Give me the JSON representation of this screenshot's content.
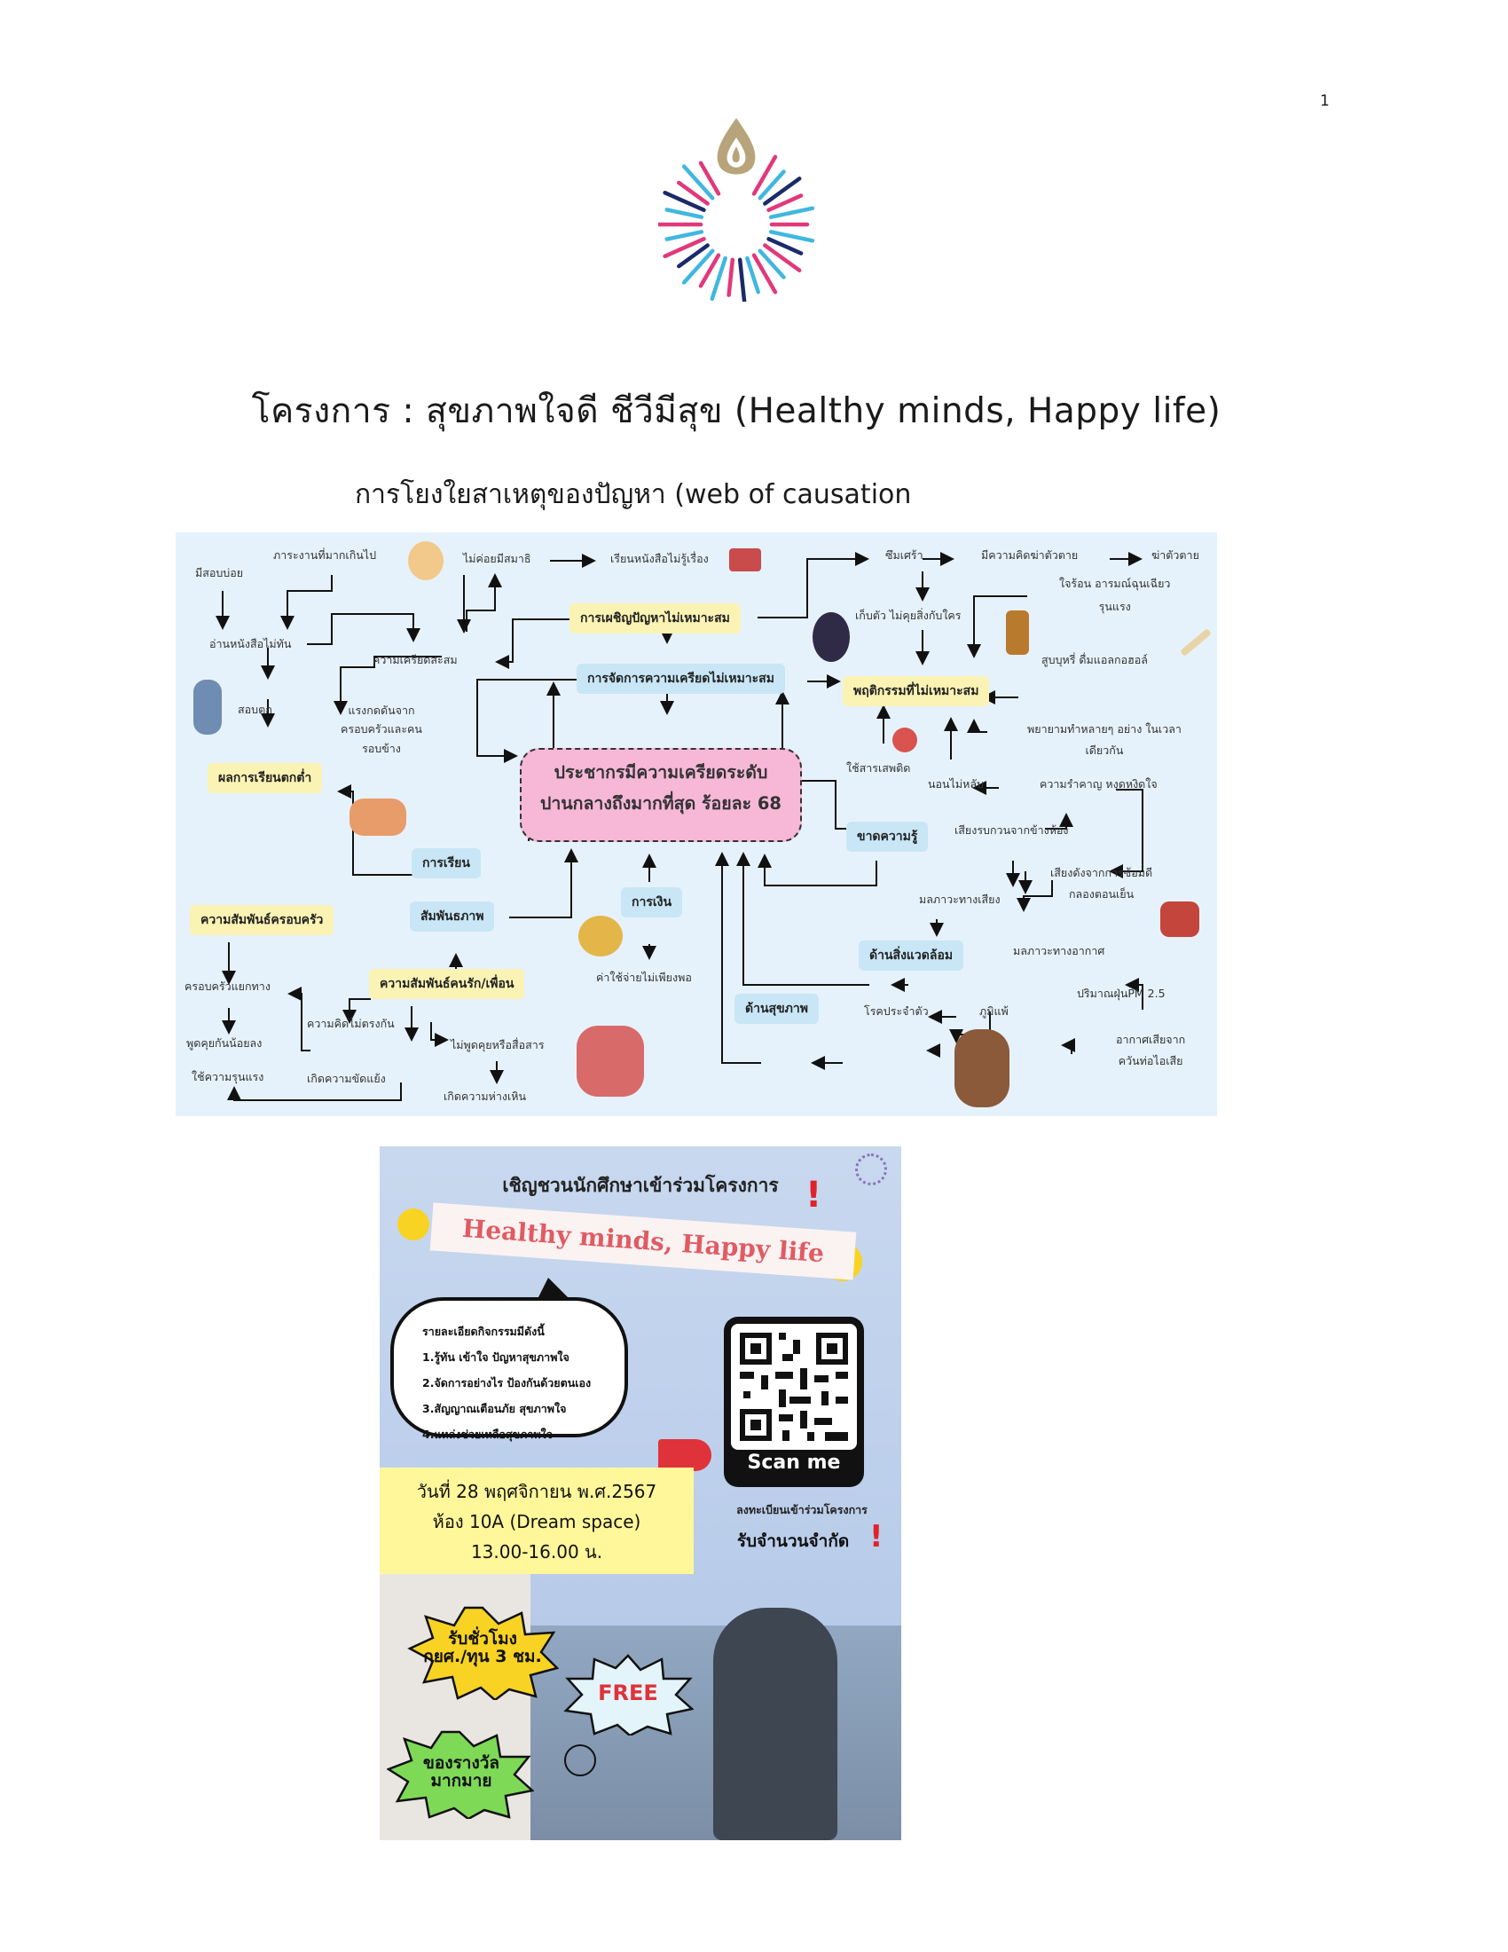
{
  "page_number": "1",
  "title": "โครงการ : สุขภาพใจดี ชีวีมีสุข (Healthy minds, Happy life)",
  "subtitle": "การโยงใยสาเหตุของปัญหา (web of causation",
  "web": {
    "core_line1": "ประชากรมีความเครียดระดับ",
    "core_line2": "ปานกลางถึงมากที่สุด ร้อยละ 68",
    "boxes": {
      "problem_coping": "การเผชิญปัญหาไม่เหมาะสม",
      "stress_mgmt": "การจัดการความเครียดไม่เหมาะสม",
      "behavior": "พฤติกรรมที่ไม่เหมาะสม",
      "grades": "ผลการเรียนตกต่ำ",
      "study": "การเรียน",
      "relations": "สัมพันธภาพ",
      "money": "การเงิน",
      "knowledge": "ขาดความรู้",
      "environment": "ด้านสิ่งแวดล้อม",
      "health": "ด้านสุขภาพ",
      "family": "ความสัมพันธ์ครอบครัว",
      "lover": "ความสัมพันธ์คนรัก/เพื่อน"
    },
    "notes": {
      "exam": "มีสอบบ่อย",
      "workload": "ภาระงานที่มากเกินไป",
      "no_focus": "ไม่ค่อยมีสมาธิ",
      "not_understand": "เรียนหนังสือไม่รู้เรื่อง",
      "sad": "ซึมเศร้า",
      "suicidal": "มีความคิดฆ่าตัวตาย",
      "suicide": "ฆ่าตัวตาย",
      "temper_1": "ใจร้อน อารมณ์ฉุนเฉียว",
      "temper_2": "รุนแรง",
      "reading": "อ่านหนังสือไม่ทัน",
      "accum": "ความเครียดสะสม",
      "withdraw": "เก็บตัว ไม่คุยสิ่งกับใคร",
      "smoke": "สูบบุหรี่ ดื่มแอลกอฮอล์",
      "fail_exam": "สอบตก",
      "pressure_1": "แรงกดดันจาก",
      "pressure_2": "ครอบครัวและคน",
      "pressure_3": "รอบข้าง",
      "multi_1": "พยายามทำหลายๆ อย่าง ในเวลา",
      "multi_2": "เดียวกัน",
      "drugs": "ใช้สารเสพติด",
      "insomnia": "นอนไม่หลับ",
      "guilt": "ความรำคาญ หงุดหงิดใจ",
      "neighbor_noise": "เสียงรบกวนจากข้างห้อง",
      "practice_1": "เสียงดังจากการซ้อมดี",
      "practice_2": "กลองตอนเย็น",
      "noise_poll": "มลภาวะทางเสียง",
      "air_poll": "มลภาวะทางอากาศ",
      "pm": "ปริมาณฝุ่นPM 2.5",
      "smoke_air_1": "อากาศเสียจาก",
      "smoke_air_2": "ควันท่อไอเสีย",
      "expense": "ค่าใช้จ่ายไม่เพียงพอ",
      "disease": "โรคประจำตัว",
      "allergy": "ภูมิแพ้",
      "family_far": "ครอบครัวแยกทาง",
      "talk_less": "พูดคุยกันน้อยลง",
      "violence": "ใช้ความรุนแรง",
      "mismatch": "ความคิดไม่ตรงกัน",
      "conflict": "เกิดความขัดแย้ง",
      "no_talk": "ไม่พูดคุยหรือสื่อสาร",
      "distance": "เกิดความห่างเหิน"
    }
  },
  "poster": {
    "heading": "เชิญชวนนักศึกษาเข้าร่วมโครงการ",
    "banner": "Healthy minds, Happy life",
    "details": [
      "รายละเอียดกิจกรรมมีดังนี้",
      "1.รู้ทัน เข้าใจ ปัญหาสุขภาพใจ",
      "2.จัดการอย่างไร ป้องกันด้วยตนเอง",
      "3.สัญญาณเตือนภัย สุขภาพใจ",
      "4.แหล่งช่วยเหลือสุขภาพใจ"
    ],
    "scan": "Scan me",
    "date": "วันที่ 28 พฤศจิกายน พ.ศ.2567",
    "room": "ห้อง 10A (Dream space)",
    "time": "13.00-16.00 น.",
    "register": "ลงทะเบียนเข้าร่วมโครงการ",
    "limited": "รับจำนวนจำกัด",
    "hours_1": "รับชั่วโมง",
    "hours_2": "กยศ./ทุน 3 ชม.",
    "free": "FREE",
    "prize_1": "ของรางวัล",
    "prize_2": "มากมาย",
    "colors": {
      "yellow": "#fff799",
      "pink": "#e05b63",
      "sky": "#aac6e6",
      "green": "#7ed957"
    }
  }
}
